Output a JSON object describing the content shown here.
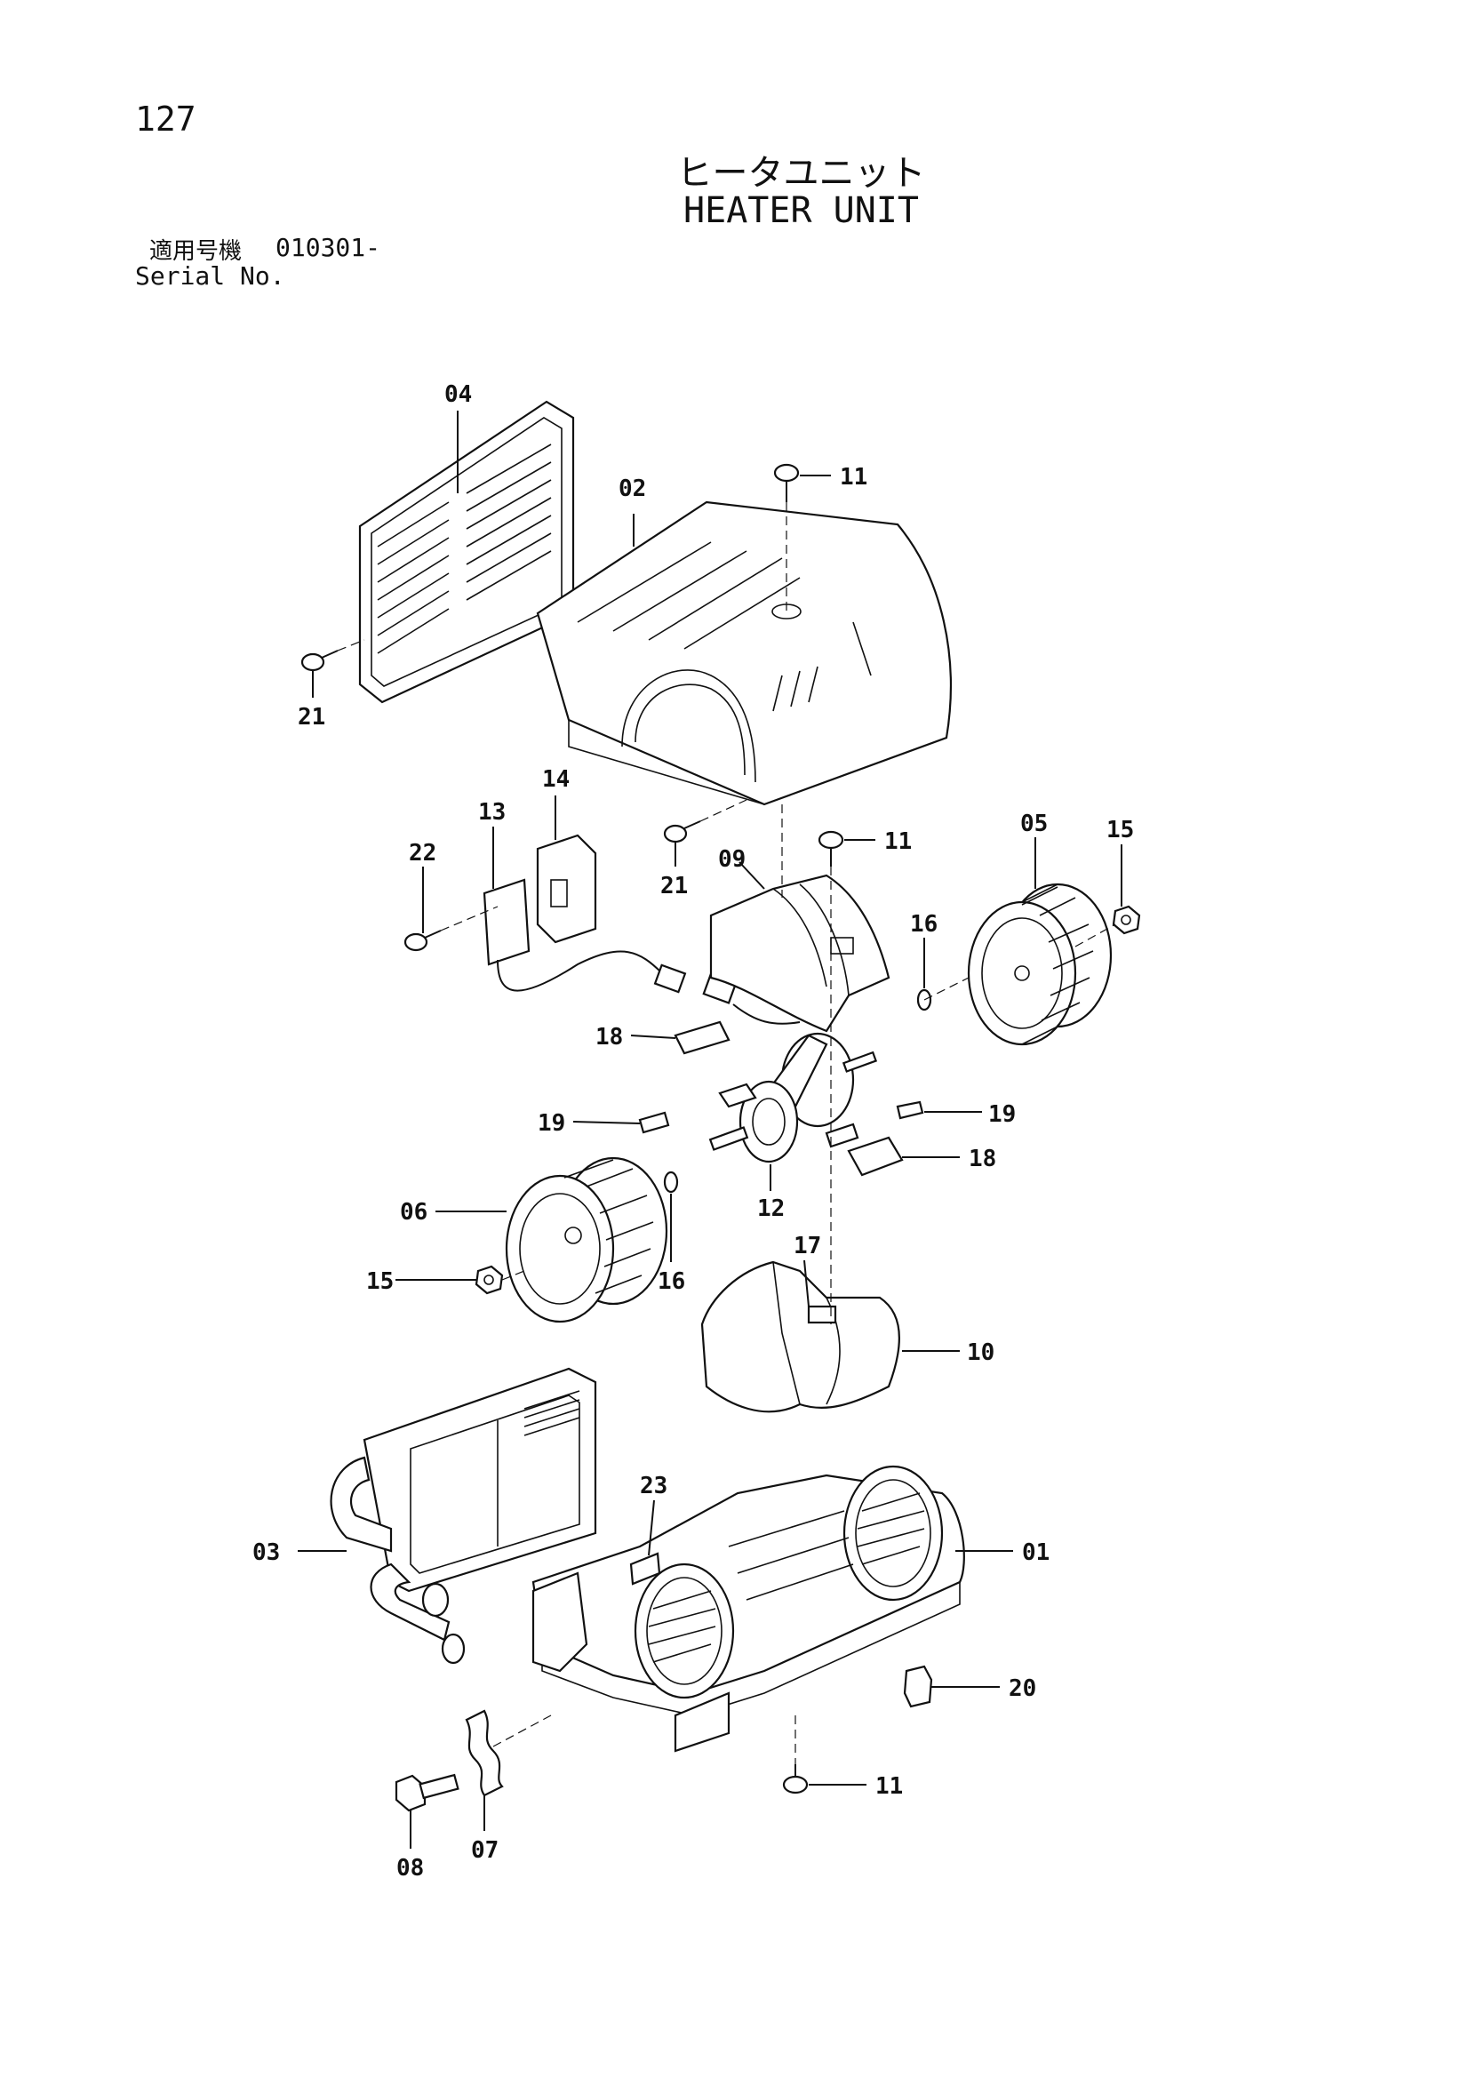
{
  "page": {
    "number": "127",
    "title_jp": "ヒータユニット",
    "title_en": "HEATER UNIT",
    "serial_label_jp": "適用号機",
    "serial_value": "010301-",
    "serial_label_en": "Serial No."
  },
  "callouts": {
    "c01": "01",
    "c02": "02",
    "c03": "03",
    "c04": "04",
    "c05": "05",
    "c06": "06",
    "c07": "07",
    "c08": "08",
    "c09": "09",
    "c10": "10",
    "c11a": "11",
    "c11b": "11",
    "c11c": "11",
    "c12": "12",
    "c13": "13",
    "c14": "14",
    "c15a": "15",
    "c15b": "15",
    "c16a": "16",
    "c16b": "16",
    "c17": "17",
    "c18a": "18",
    "c18b": "18",
    "c19a": "19",
    "c19b": "19",
    "c20": "20",
    "c21a": "21",
    "c21b": "21",
    "c22": "22",
    "c23": "23"
  }
}
